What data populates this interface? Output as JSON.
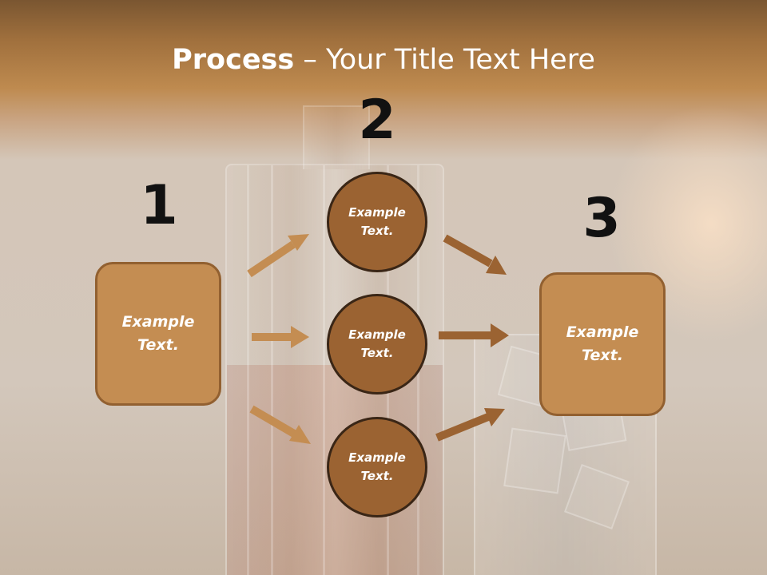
{
  "slide": {
    "title_bold": "Process",
    "title_rest": " – Your Title Text Here"
  },
  "steps": {
    "one": {
      "number": "1",
      "box_text": "Example Text."
    },
    "two": {
      "number": "2",
      "circles": [
        {
          "text": "Example Text."
        },
        {
          "text": "Example Text."
        },
        {
          "text": "Example Text."
        }
      ]
    },
    "three": {
      "number": "3",
      "box_text": "Example Text."
    }
  },
  "colors": {
    "box_fill": "#c48d52",
    "circle_fill": "#9b6332",
    "left_arrows": "#c48d52",
    "right_arrows": "#9b6332"
  }
}
